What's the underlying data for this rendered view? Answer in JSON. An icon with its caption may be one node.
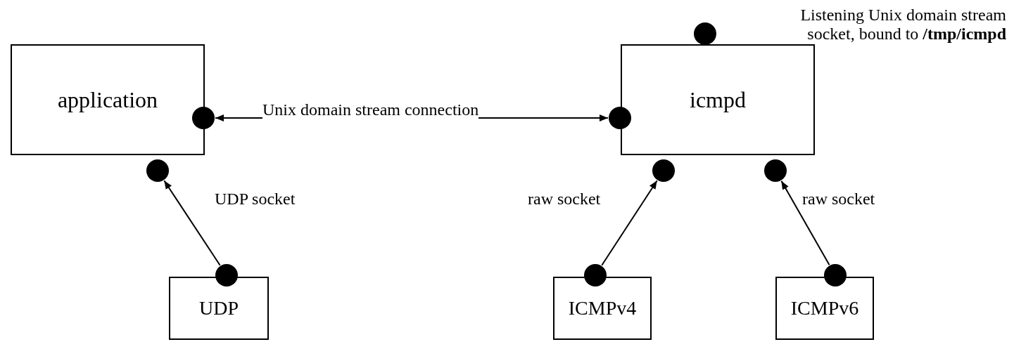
{
  "diagram": {
    "nodes": [
      {
        "text": [
          "application"
        ]
      },
      {
        "text": [
          "icmpd"
        ]
      },
      {
        "text": [],
        "shape": "circle"
      },
      {
        "text": [],
        "shape": "circle"
      },
      {
        "text": [],
        "shape": "circle"
      },
      {
        "text": [],
        "shape": "circle"
      },
      {
        "text": [],
        "shape": "circle"
      },
      {
        "text": [],
        "shape": "circle"
      },
      {
        "text": [],
        "shape": "circle"
      },
      {
        "text": [],
        "shape": "circle"
      },
      {
        "text": [],
        "shape": "circle"
      },
      {
        "text": [
          "UDP"
        ]
      },
      {
        "text": [
          "ICMPv4"
        ]
      },
      {
        "text": [
          "ICMPv6"
        ]
      }
    ],
    "edges": [
      {
        "from": 2,
        "to": 5,
        "arrow": "both",
        "label": "Unix domain stream connection"
      },
      {
        "from": 8,
        "to": 3,
        "arrow": "to",
        "label": "UDP socket"
      },
      {
        "from": 9,
        "to": 6,
        "arrow": "to",
        "label": "raw socket"
      },
      {
        "from": 10,
        "to": 7,
        "arrow": "to",
        "label": "raw socket"
      }
    ],
    "labels": [
      "Listening Unix domain stream socket, bound to **/tmp/icmpd**"
    ]
  }
}
